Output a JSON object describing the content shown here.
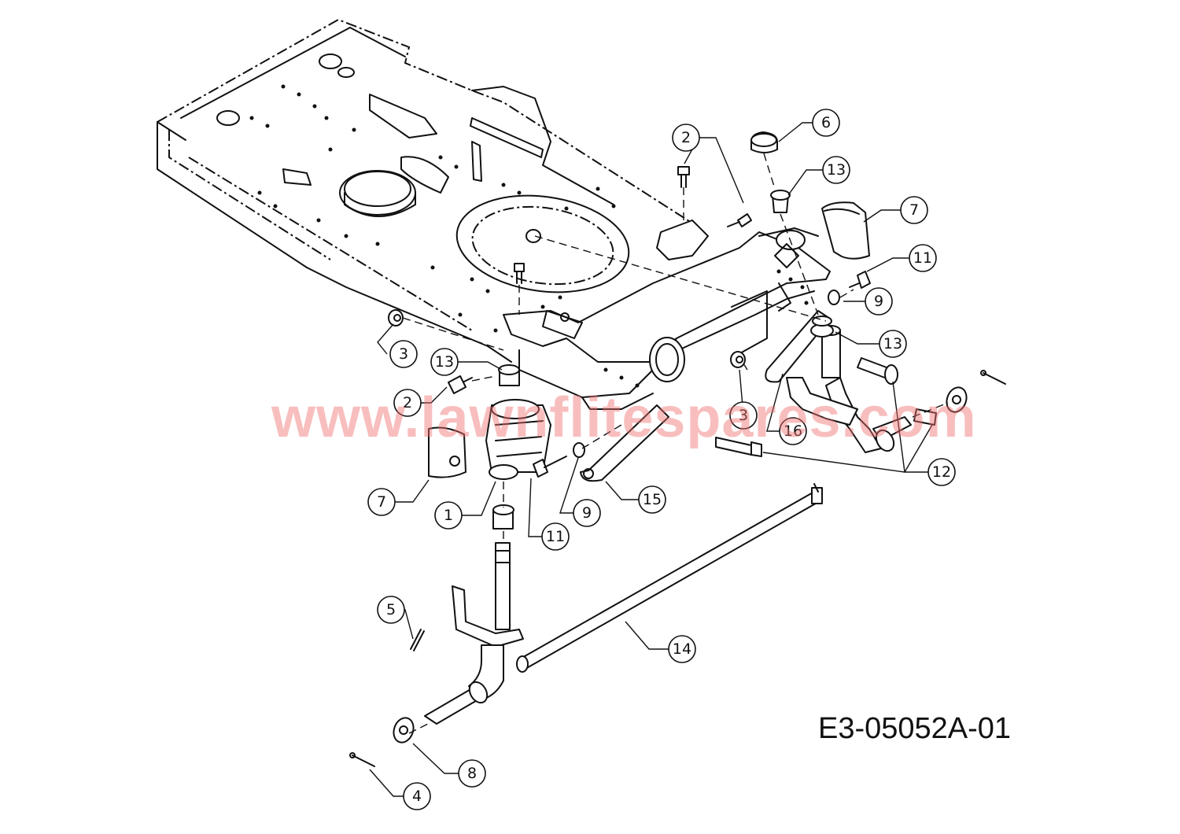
{
  "watermark": "www.lawnflitespares.com",
  "drawing_code": "E3-05052A-01",
  "callouts": [
    {
      "label": "1"
    },
    {
      "label": "2"
    },
    {
      "label": "2"
    },
    {
      "label": "3"
    },
    {
      "label": "3"
    },
    {
      "label": "4"
    },
    {
      "label": "5"
    },
    {
      "label": "6"
    },
    {
      "label": "7"
    },
    {
      "label": "7"
    },
    {
      "label": "8"
    },
    {
      "label": "9"
    },
    {
      "label": "9"
    },
    {
      "label": "11"
    },
    {
      "label": "11"
    },
    {
      "label": "12"
    },
    {
      "label": "13"
    },
    {
      "label": "13"
    },
    {
      "label": "13"
    },
    {
      "label": "14"
    },
    {
      "label": "15"
    },
    {
      "label": "16"
    }
  ]
}
